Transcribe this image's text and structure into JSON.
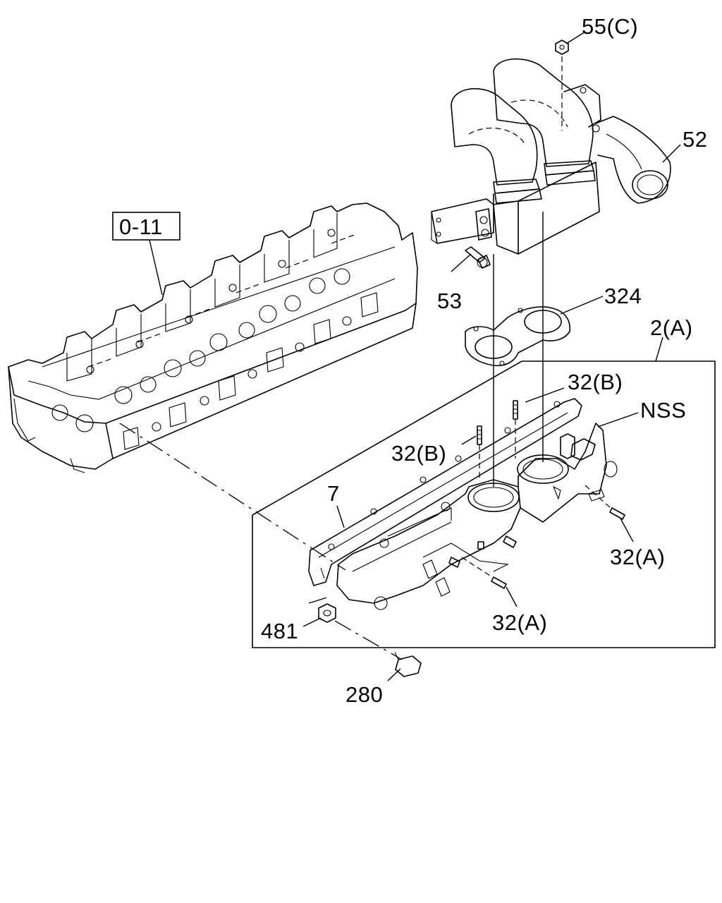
{
  "labels": {
    "ref_0_11": "0-11",
    "p55c": "55(C)",
    "p52": "52",
    "p53": "53",
    "p324": "324",
    "p2a": "2(A)",
    "p32b_top": "32(B)",
    "nss": "NSS",
    "p32b_left": "32(B)",
    "p7": "7",
    "p32a_right": "32(A)",
    "p32a_bottom": "32(A)",
    "p481": "481",
    "p280": "280"
  },
  "colors": {
    "line": "#000000",
    "background": "#ffffff"
  }
}
